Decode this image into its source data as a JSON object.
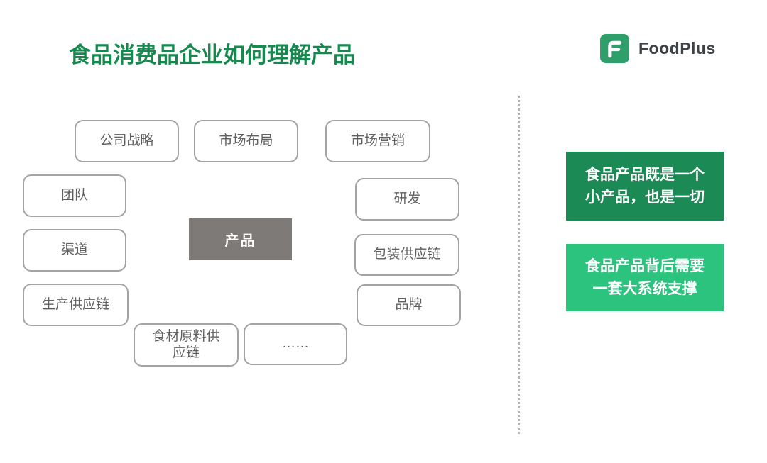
{
  "title": "食品消费品企业如何理解产品",
  "logo": {
    "brand": "FoodPlus",
    "mark_color": "#2e9e6a"
  },
  "diagram": {
    "center_label": "产品",
    "center_bg": "#7e7a78",
    "outline_color": "#a3a3a3",
    "nodes": [
      {
        "id": "company-strategy",
        "label": "公司战略"
      },
      {
        "id": "market-layout",
        "label": "市场布局"
      },
      {
        "id": "marketing",
        "label": "市场营销"
      },
      {
        "id": "team",
        "label": "团队"
      },
      {
        "id": "rnd",
        "label": "研发"
      },
      {
        "id": "channel",
        "label": "渠道"
      },
      {
        "id": "packaging-supply-chain",
        "label": "包装供应链"
      },
      {
        "id": "production-supply-chain",
        "label": "生产供应链"
      },
      {
        "id": "brand",
        "label": "品牌"
      },
      {
        "id": "ingredient-supply-chain",
        "label": "食材原料供\n应链"
      },
      {
        "id": "ellipsis",
        "label": "……"
      }
    ]
  },
  "callouts": [
    {
      "text": "食品产品既是一个\n小产品，也是一切",
      "bg": "#1b8a55"
    },
    {
      "text": "食品产品背后需要\n一套大系统支撑",
      "bg": "#2cc37e"
    }
  ],
  "colors": {
    "title_green": "#17894f",
    "callout_dark_green": "#1b8a55",
    "callout_light_green": "#2cc37e",
    "center_gray": "#7e7a78",
    "box_border_gray": "#a3a3a3"
  }
}
